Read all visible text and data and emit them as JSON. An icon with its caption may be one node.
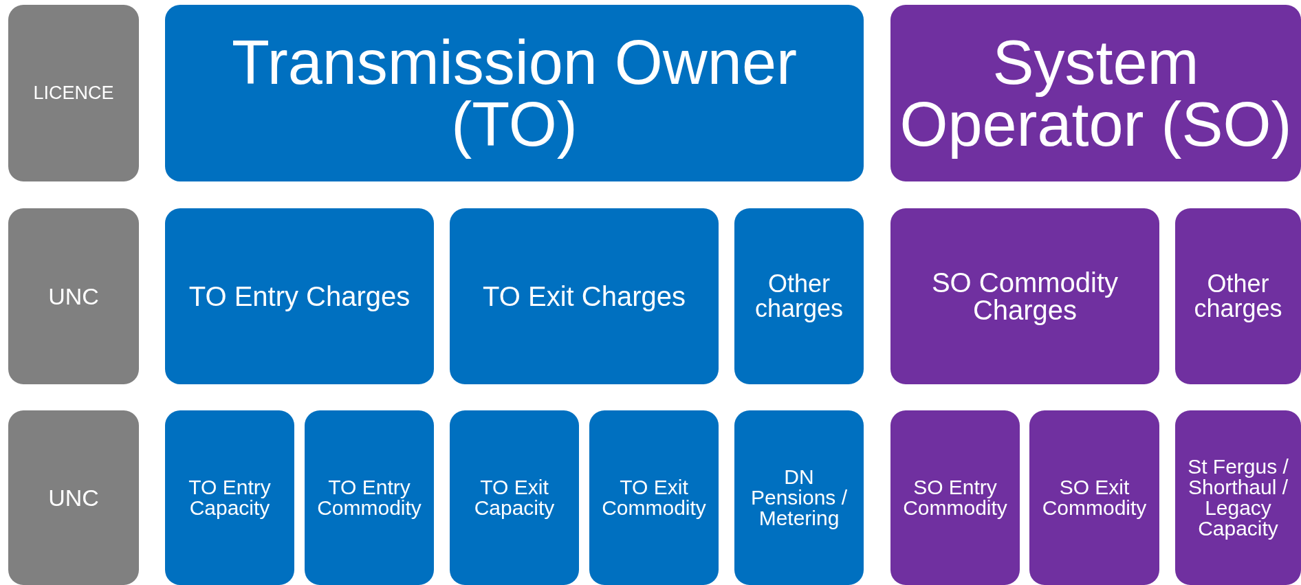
{
  "diagram": {
    "nodes": [
      {
        "text": [
          "LICENCE"
        ]
      },
      {
        "text": [
          "Transmission Owner (TO)"
        ]
      },
      {
        "text": [
          "System Operator (SO)"
        ]
      },
      {
        "text": [
          "UNC"
        ]
      },
      {
        "text": [
          "TO Entry Charges"
        ]
      },
      {
        "text": [
          "TO Exit Charges"
        ]
      },
      {
        "text": [
          "Other charges"
        ]
      },
      {
        "text": [
          "SO Commodity Charges"
        ]
      },
      {
        "text": [
          "Other charges"
        ]
      },
      {
        "text": [
          "UNC"
        ]
      },
      {
        "text": [
          "TO Entry Capacity"
        ]
      },
      {
        "text": [
          "TO Entry Commodity"
        ]
      },
      {
        "text": [
          "TO Exit Capacity"
        ]
      },
      {
        "text": [
          "TO Exit Commodity"
        ]
      },
      {
        "text": [
          "DN Pensions / Metering"
        ]
      },
      {
        "text": [
          "SO Entry Commodity"
        ]
      },
      {
        "text": [
          "SO Exit Commodity"
        ]
      },
      {
        "text": [
          "St Fergus / Shorthaul / Legacy Capacity"
        ]
      }
    ]
  }
}
